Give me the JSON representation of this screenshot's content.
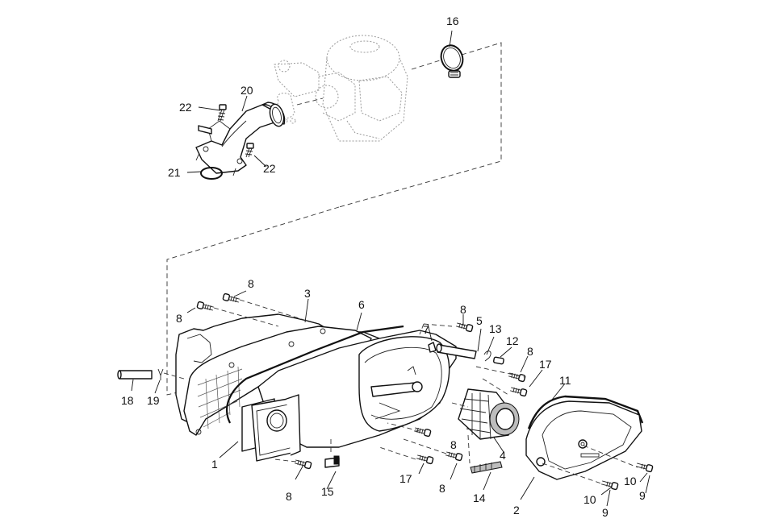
{
  "diagram": {
    "type": "exploded-parts-diagram",
    "subject": "Air filter case / intake assembly",
    "callouts": [
      {
        "id": "c20",
        "label": "20",
        "part": "intake manifold joint"
      },
      {
        "id": "c22a",
        "label": "22",
        "part": "bolt"
      },
      {
        "id": "c22b",
        "label": "22",
        "part": "bolt"
      },
      {
        "id": "c21",
        "label": "21",
        "part": "O-ring"
      },
      {
        "id": "c16",
        "label": "16",
        "part": "hose clamp"
      },
      {
        "id": "c8a",
        "label": "8",
        "part": "screw"
      },
      {
        "id": "c8b",
        "label": "8",
        "part": "screw"
      },
      {
        "id": "c3",
        "label": "3",
        "part": "air filter case"
      },
      {
        "id": "c6",
        "label": "6",
        "part": "seal"
      },
      {
        "id": "c18",
        "label": "18",
        "part": "drain hose"
      },
      {
        "id": "c19",
        "label": "19",
        "part": "clip"
      },
      {
        "id": "c1",
        "label": "1",
        "part": "intake duct"
      },
      {
        "id": "c8c",
        "label": "8",
        "part": "screw"
      },
      {
        "id": "c15",
        "label": "15",
        "part": "damper"
      },
      {
        "id": "c8d",
        "label": "8",
        "part": "screw"
      },
      {
        "id": "c7",
        "label": "7",
        "part": "clip"
      },
      {
        "id": "c5",
        "label": "5",
        "part": "hose"
      },
      {
        "id": "c13",
        "label": "13",
        "part": "clip"
      },
      {
        "id": "c12",
        "label": "12",
        "part": "plug"
      },
      {
        "id": "c8e",
        "label": "8",
        "part": "screw"
      },
      {
        "id": "c17a",
        "label": "17",
        "part": "screw"
      },
      {
        "id": "c11",
        "label": "11",
        "part": "gasket"
      },
      {
        "id": "c4",
        "label": "4",
        "part": "air filter element"
      },
      {
        "id": "c8f",
        "label": "8",
        "part": "screw"
      },
      {
        "id": "c17b",
        "label": "17",
        "part": "screw"
      },
      {
        "id": "c8g",
        "label": "8",
        "part": "screw"
      },
      {
        "id": "c14",
        "label": "14",
        "part": "sponge"
      },
      {
        "id": "c2",
        "label": "2",
        "part": "air filter cover"
      },
      {
        "id": "c10a",
        "label": "10",
        "part": "washer"
      },
      {
        "id": "c9a",
        "label": "9",
        "part": "screw"
      },
      {
        "id": "c10b",
        "label": "10",
        "part": "washer"
      },
      {
        "id": "c9b",
        "label": "9",
        "part": "screw"
      }
    ]
  }
}
